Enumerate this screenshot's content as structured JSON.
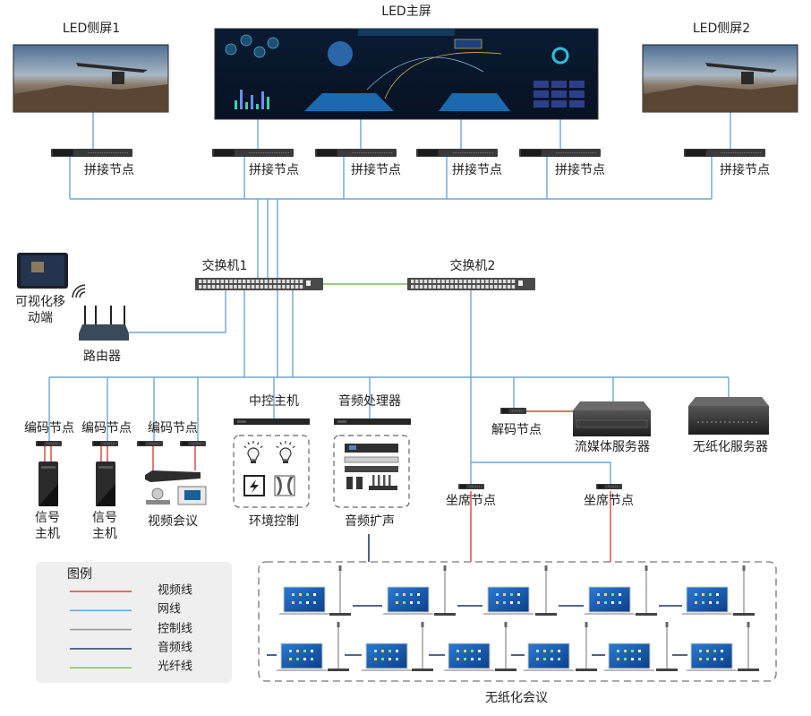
{
  "screens": {
    "side1": "LED侧屏1",
    "main": "LED主屏",
    "side2": "LED侧屏2"
  },
  "splice_nodes": [
    "拼接节点",
    "拼接节点",
    "拼接节点",
    "拼接节点",
    "拼接节点",
    "拼接节点"
  ],
  "switches": {
    "switch1": "交换机1",
    "switch2": "交换机2"
  },
  "mobile": "可视化移动端",
  "router": "路由器",
  "encoders": [
    "编码节点",
    "编码节点",
    "编码节点"
  ],
  "signal_hosts": [
    "信号主机",
    "信号主机"
  ],
  "video_conf": "视频会议",
  "central_control": {
    "title": "中控主机",
    "group": "环境控制"
  },
  "audio": {
    "title": "音频处理器",
    "group": "音频扩声"
  },
  "decoder": "解码节点",
  "stream_server": "流媒体服务器",
  "paperless_server": "无纸化服务器",
  "seat_nodes": [
    "坐席节点",
    "坐席节点"
  ],
  "paperless_meeting": "无纸化会议",
  "legend": {
    "title": "图例",
    "items": [
      {
        "label": "视频线",
        "color": "#d9423c"
      },
      {
        "label": "网线",
        "color": "#6fa6d6"
      },
      {
        "label": "控制线",
        "color": "#9c9c9c"
      },
      {
        "label": "音频线",
        "color": "#3d4f7c"
      },
      {
        "label": "光纤线",
        "color": "#8fc46d"
      }
    ]
  }
}
